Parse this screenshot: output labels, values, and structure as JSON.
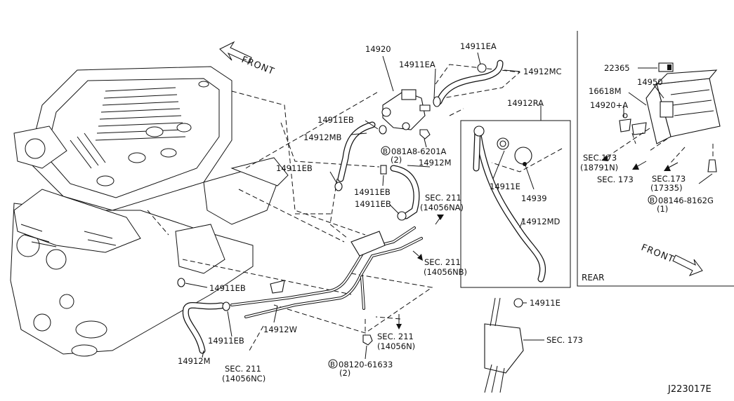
{
  "front_top": "FRONT",
  "front_inset": "FRONT",
  "rear": "REAR",
  "diagram_id": "J223017E",
  "labels": {
    "p14920": "14920",
    "p14911EA_a": "14911EA",
    "p14911EA_b": "14911EA",
    "p14912MC": "14912MC",
    "p14912RA": "14912RA",
    "p14911EB_a": "14911EB",
    "p14912MB": "14912MB",
    "bolt_6201A": "081A8-6201A",
    "bolt_6201A_qty": "(2)",
    "p14911EB_b": "14911EB",
    "p14912M_a": "14912M",
    "p14911EB_c": "14911EB",
    "p14911EB_d": "14911EB",
    "sec211_na": "SEC. 211",
    "sec211_na_ref": "(14056NA)",
    "p14911E_a": "14911E",
    "p14939": "14939",
    "p14912MD": "14912MD",
    "sec211_nb": "SEC. 211",
    "sec211_nb_ref": "(14056NB)",
    "p14911EB_e": "14911EB",
    "p14911E_b": "14911E",
    "p14912W": "14912W",
    "p14911EB_f": "14911EB",
    "sec211_n": "SEC. 211",
    "sec211_n_ref": "(14056N)",
    "sec173_main": "SEC. 173",
    "p14912M_b": "14912M",
    "sec211_nc": "SEC. 211",
    "sec211_nc_ref": "(14056NC)",
    "bolt_61633": "08120-61633",
    "bolt_61633_qty": "(2)",
    "p22365": "22365",
    "p16618M": "16618M",
    "p14950": "14950",
    "p14920A": "14920+A",
    "sec173_a": "SEC.173",
    "sec173_a_ref": "(18791N)",
    "sec173_b": "SEC. 173",
    "sec173_c": "SEC.173",
    "sec173_c_ref": "(17335)",
    "bolt_8162G": "08146-8162G",
    "bolt_8162G_qty": "(1)",
    "bolt_mark": "B"
  }
}
